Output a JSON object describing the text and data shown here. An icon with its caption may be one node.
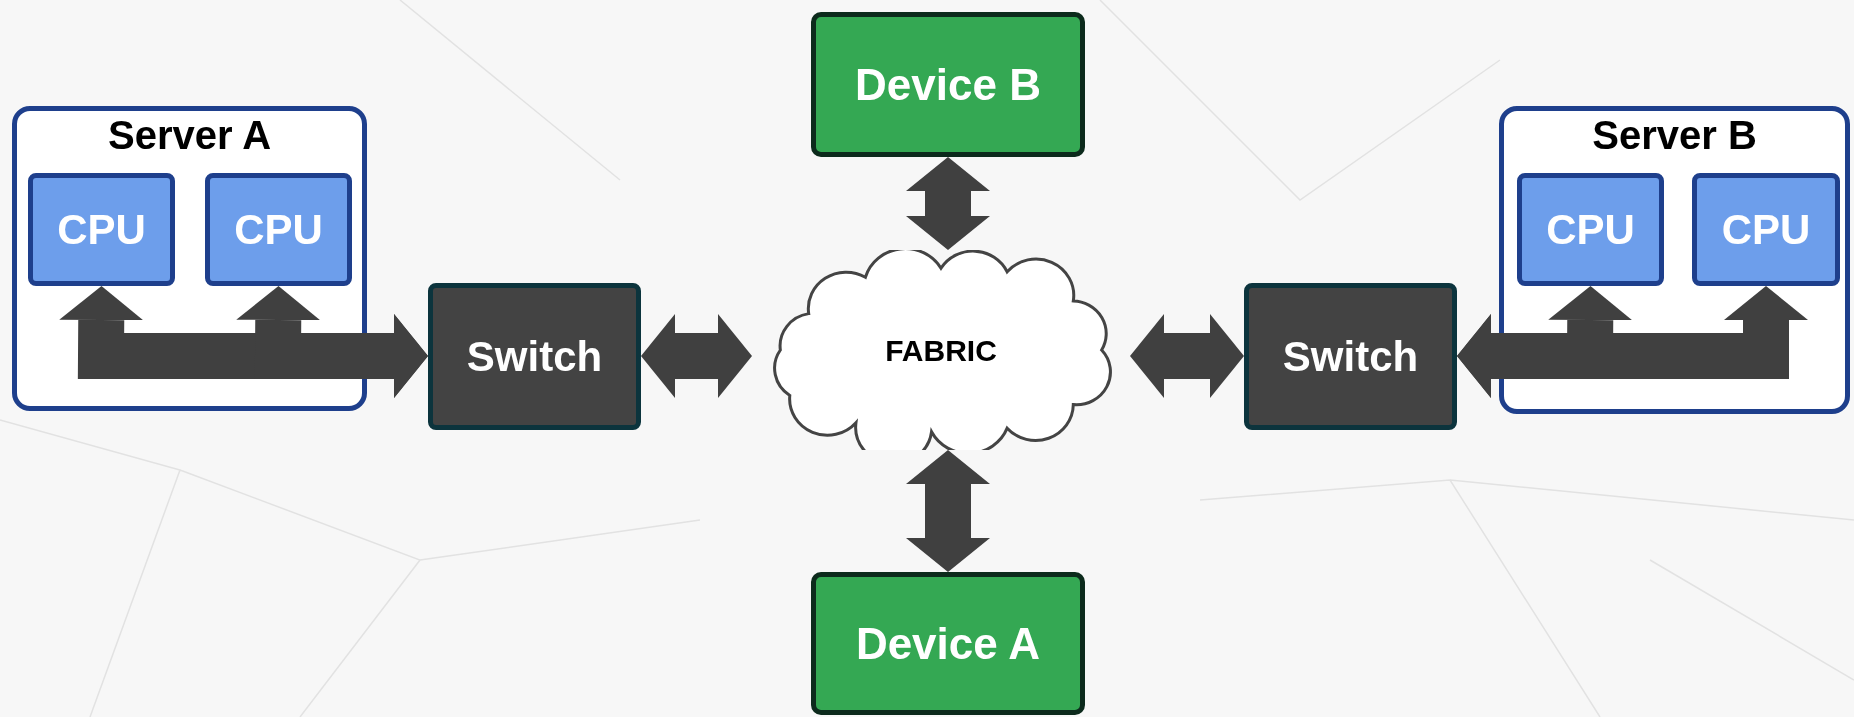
{
  "diagram": {
    "nodes": [
      {
        "text": [
          "Server A"
        ]
      },
      {
        "text": [
          "CPU"
        ],
        "in": 0
      },
      {
        "text": [
          "CPU"
        ],
        "in": 0
      },
      {
        "text": [
          "Switch"
        ]
      },
      {
        "text": [
          "FABRIC"
        ]
      },
      {
        "text": [
          "Device B"
        ]
      },
      {
        "text": [
          "Switch"
        ]
      },
      {
        "text": [
          "Server B"
        ]
      },
      {
        "text": [
          "CPU"
        ],
        "in": 7
      },
      {
        "text": [
          "CPU"
        ],
        "in": 7
      },
      {
        "text": [
          "Device A"
        ]
      }
    ],
    "edges": [
      {
        "from": 1,
        "to": 3,
        "arrow": "both"
      },
      {
        "from": 2,
        "to": 3,
        "arrow": "both"
      },
      {
        "from": 3,
        "to": 4,
        "arrow": "both"
      },
      {
        "from": 4,
        "to": 5,
        "arrow": "both"
      },
      {
        "from": 4,
        "to": 10,
        "arrow": "both"
      },
      {
        "from": 4,
        "to": 6,
        "arrow": "both"
      },
      {
        "from": 8,
        "to": 6,
        "arrow": "both"
      },
      {
        "from": 9,
        "to": 6,
        "arrow": "both"
      }
    ]
  }
}
